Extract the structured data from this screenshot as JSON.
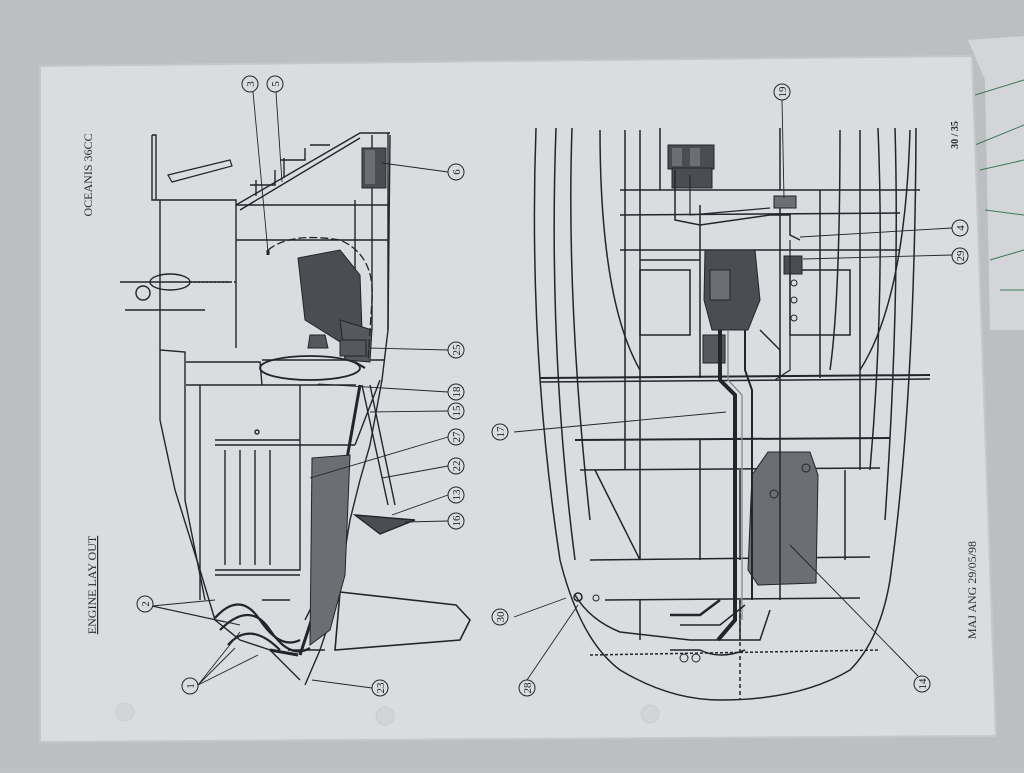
{
  "document": {
    "model_title": "OCEANIS 36CC",
    "section_title": "ENGINE LAY OUT",
    "page_number": "30 / 35",
    "revision": "MAJ ANG 29/05/98"
  },
  "callouts": {
    "c1": "1",
    "c2": "2",
    "c3": "3",
    "c4": "4",
    "c5": "5",
    "c6": "6",
    "c13": "13",
    "c14": "14",
    "c15": "15",
    "c16": "16",
    "c17": "17",
    "c18": "18",
    "c19": "19",
    "c22": "22",
    "c23": "23",
    "c25": "25",
    "c27": "27",
    "c28": "28",
    "c29": "29",
    "c30": "30"
  },
  "colors": {
    "background": "#bfc1c4",
    "paper": "#dcdee1",
    "line": "#22252b",
    "tank_fill": "#6b6e72",
    "engine_fill": "#4a4d52"
  }
}
